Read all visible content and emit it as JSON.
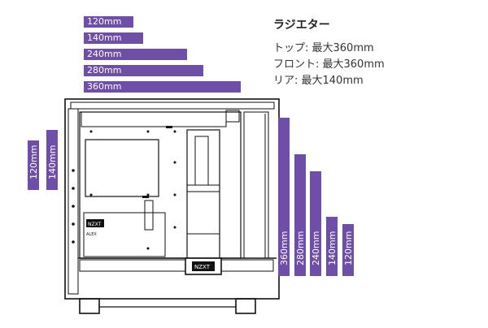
{
  "title": "ラジエター",
  "specs": [
    {
      "label": "トップ: 最大360mm"
    },
    {
      "label": "フロント: 最大360mm"
    },
    {
      "label": "リア: 最大140mm"
    }
  ],
  "top_bars": [
    "120mm",
    "140mm",
    "240mm",
    "280mm",
    "360mm"
  ],
  "front_bars": [
    "120mm",
    "140mm"
  ],
  "side_bars": [
    "360mm",
    "280mm",
    "240mm",
    "140mm",
    "120mm"
  ],
  "case_labels": {
    "logo_top": "NZXT",
    "logo_bottom": "NZXT",
    "board_text": "ALEX"
  },
  "accent_color": "#6e4ea6"
}
